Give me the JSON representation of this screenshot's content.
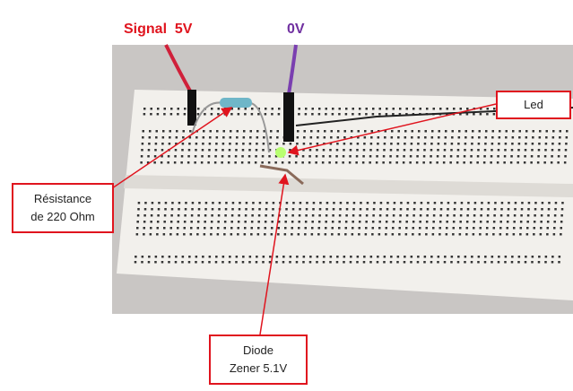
{
  "labels": {
    "signal": "Signal  5V",
    "ground": "0V",
    "led": "Led",
    "resistor_line1": "Résistance",
    "resistor_line2": "de 220 Ohm",
    "diode_line1": "Diode",
    "diode_line2": "Zener 5.1V"
  },
  "colors": {
    "signal": "#e0141e",
    "ground": "#7030a0",
    "arrow": "#e0141e"
  }
}
